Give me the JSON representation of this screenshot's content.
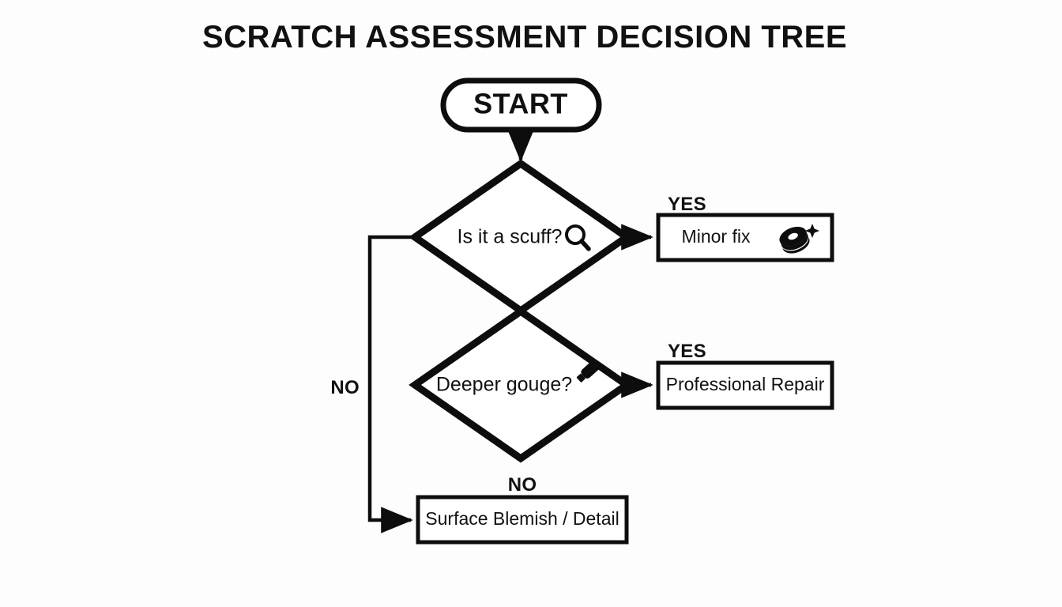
{
  "diagram": {
    "title": "SCRATCH ASSESSMENT DECISION TREE",
    "type": "decision-tree-flowchart",
    "background_color": "#fdfdfe",
    "line_color": "#0d0d0d",
    "text_color": "#111111"
  },
  "nodes": {
    "start": {
      "id": "start",
      "shape": "stadium",
      "label": "START"
    },
    "decision_scuff": {
      "id": "decision_scuff",
      "shape": "diamond",
      "label": "Is it a scuff?",
      "icon": "magnifying-glass-icon"
    },
    "decision_gouge": {
      "id": "decision_gouge",
      "shape": "diamond",
      "label": "Deeper gouge?",
      "icon": "marker-pen-icon"
    },
    "outcome_minor_fix": {
      "id": "outcome_minor_fix",
      "shape": "rectangle",
      "label": "Minor fix",
      "icon": "polish-pad-sparkle-icon"
    },
    "outcome_professional_repair": {
      "id": "outcome_professional_repair",
      "shape": "rectangle",
      "label": "Professional Repair",
      "icon": null
    },
    "outcome_surface_blemish": {
      "id": "outcome_surface_blemish",
      "shape": "rectangle",
      "label": "Surface Blemish / Detail",
      "icon": null
    }
  },
  "edges": [
    {
      "id": "e1",
      "from": "start",
      "to": "decision_scuff",
      "label": ""
    },
    {
      "id": "e2",
      "from": "decision_scuff",
      "to": "outcome_minor_fix",
      "label": "YES"
    },
    {
      "id": "e3",
      "from": "decision_scuff",
      "to": "outcome_surface_blemish",
      "label": "NO"
    },
    {
      "id": "e4",
      "from": "decision_gouge",
      "to": "outcome_professional_repair",
      "label": "YES"
    },
    {
      "id": "e5",
      "from": "decision_gouge",
      "to": "outcome_surface_blemish",
      "label": "NO"
    }
  ],
  "edge_labels": {
    "yes_scuff": "YES",
    "yes_gouge": "YES",
    "no_left": "NO",
    "no_bottom": "NO"
  }
}
